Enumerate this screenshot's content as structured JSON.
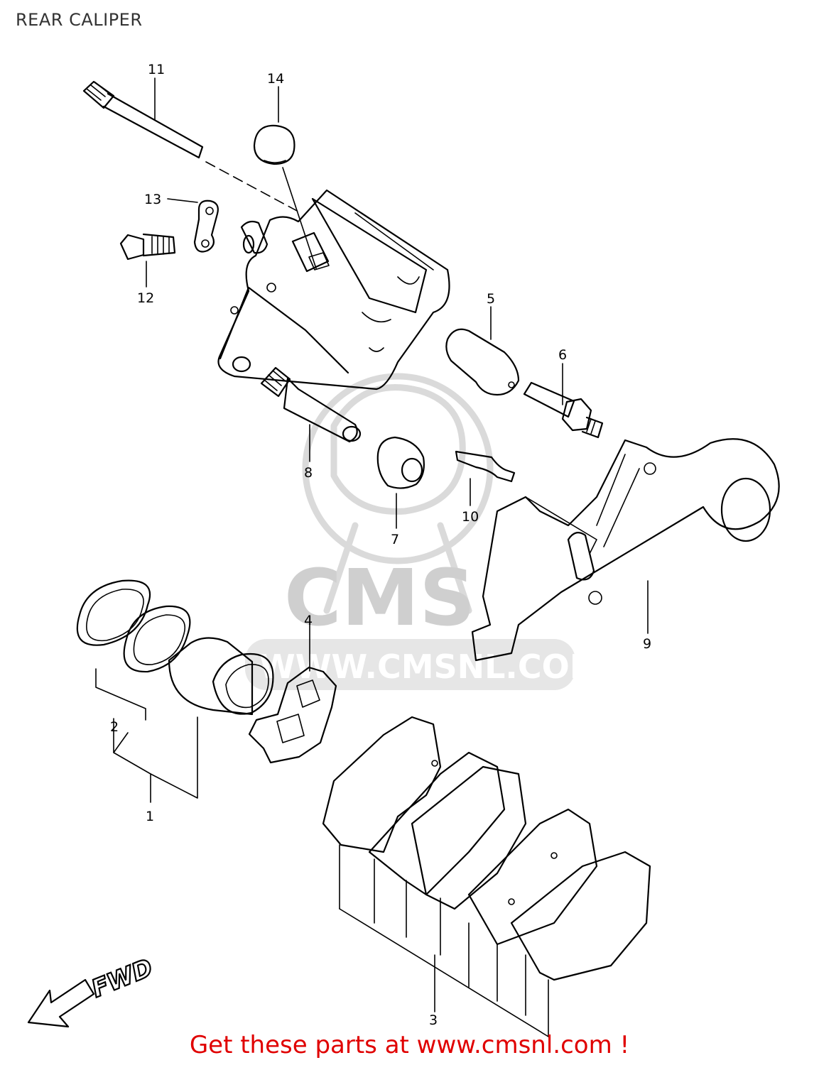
{
  "title": "REAR CALIPER",
  "watermark": {
    "logo": "CMS",
    "url": "WWW.CMSNL.COM"
  },
  "orientation_label": "FWD",
  "callouts": [
    {
      "id": "1",
      "label": "1"
    },
    {
      "id": "2",
      "label": "2"
    },
    {
      "id": "3",
      "label": "3"
    },
    {
      "id": "4",
      "label": "4"
    },
    {
      "id": "5",
      "label": "5"
    },
    {
      "id": "6",
      "label": "6"
    },
    {
      "id": "7",
      "label": "7"
    },
    {
      "id": "8",
      "label": "8"
    },
    {
      "id": "9",
      "label": "9"
    },
    {
      "id": "10",
      "label": "10"
    },
    {
      "id": "11",
      "label": "11"
    },
    {
      "id": "12",
      "label": "12"
    },
    {
      "id": "13",
      "label": "13"
    },
    {
      "id": "14",
      "label": "14"
    }
  ],
  "promo_text": "Get these parts at www.cmsnl.com !",
  "colors": {
    "line": "#000000",
    "watermark": "#d0d0d0",
    "promo": "#e00000"
  }
}
